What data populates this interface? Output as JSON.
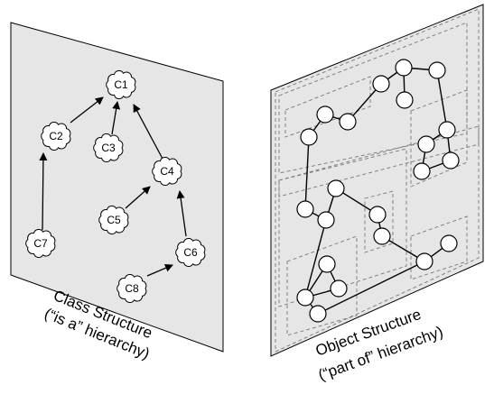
{
  "class_panel": {
    "caption_line1": "Class Structure",
    "caption_line2": "(“is a” hierarchy)",
    "classes": [
      {
        "id": "c1",
        "label": "C1"
      },
      {
        "id": "c2",
        "label": "C2"
      },
      {
        "id": "c3",
        "label": "C3"
      },
      {
        "id": "c4",
        "label": "C4"
      },
      {
        "id": "c5",
        "label": "C5"
      },
      {
        "id": "c6",
        "label": "C6"
      },
      {
        "id": "c7",
        "label": "C7"
      },
      {
        "id": "c8",
        "label": "C8"
      }
    ]
  },
  "object_panel": {
    "caption_line1": "Object Structure",
    "caption_line2": "(“part of” hierarchy)"
  },
  "colors": {
    "panel_fill": "#e6e6e6",
    "stroke": "#000000",
    "node_fill": "#ffffff",
    "dash": "#777777"
  }
}
